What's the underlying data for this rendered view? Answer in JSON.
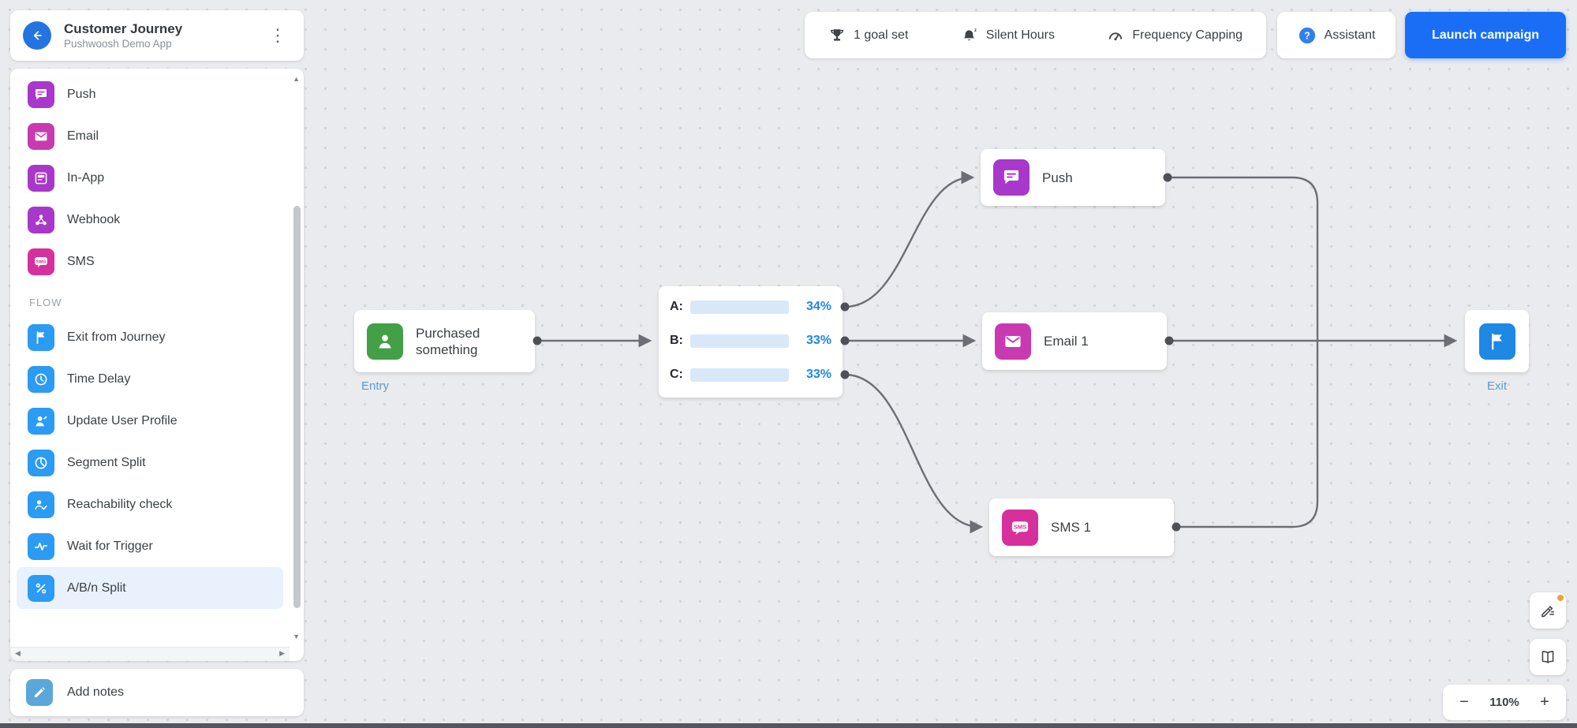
{
  "colors": {
    "accent_blue": "#1a6ef5",
    "icon_blue": "#2196f3",
    "purple": "#a838ca",
    "magenta": "#c93ab0",
    "pink": "#d6309c",
    "green": "#43a047",
    "edge_gray": "#6b6f75",
    "progress_blue": "#2e9cf4",
    "highlight_row": "#e8f1fc"
  },
  "header": {
    "title": "Customer Journey",
    "subtitle": "Pushwoosh Demo App",
    "menu_glyph": "⋮"
  },
  "toolbar": {
    "goal_set": "1 goal set",
    "silent_hours": "Silent Hours",
    "frequency_capping": "Frequency Capping",
    "assistant": "Assistant",
    "launch_campaign": "Launch campaign"
  },
  "sidebar": {
    "channels": [
      {
        "label": "Push",
        "icon": "push-icon"
      },
      {
        "label": "Email",
        "icon": "email-icon"
      },
      {
        "label": "In-App",
        "icon": "inapp-icon"
      },
      {
        "label": "Webhook",
        "icon": "webhook-icon"
      },
      {
        "label": "SMS",
        "icon": "sms-icon"
      }
    ],
    "flow_header": "FLOW",
    "flow_items": [
      {
        "label": "Exit from Journey",
        "icon": "flag-icon"
      },
      {
        "label": "Time Delay",
        "icon": "clock-icon"
      },
      {
        "label": "Update User Profile",
        "icon": "user-icon"
      },
      {
        "label": "Segment Split",
        "icon": "segment-icon"
      },
      {
        "label": "Reachability check",
        "icon": "reachability-icon"
      },
      {
        "label": "Wait for Trigger",
        "icon": "pulse-icon"
      },
      {
        "label": "A/B/n Split",
        "icon": "percent-icon",
        "active": true
      }
    ],
    "add_notes": "Add notes",
    "scrollbar": {
      "up": "▲",
      "down": "▼",
      "left": "◀",
      "right": "▶"
    }
  },
  "canvas": {
    "entry": {
      "title": "Purchased something",
      "tag": "Entry"
    },
    "split": {
      "rows": [
        {
          "label": "A:",
          "value": 34,
          "percent": "34%"
        },
        {
          "label": "B:",
          "value": 33,
          "percent": "33%"
        },
        {
          "label": "C:",
          "value": 33,
          "percent": "33%"
        }
      ]
    },
    "push_node": {
      "label": "Push"
    },
    "email_node": {
      "label": "Email 1"
    },
    "sms_node": {
      "label": "SMS 1"
    },
    "exit": {
      "tag": "Exit"
    }
  },
  "zoom": {
    "out": "−",
    "level": "110%",
    "in": "+"
  }
}
